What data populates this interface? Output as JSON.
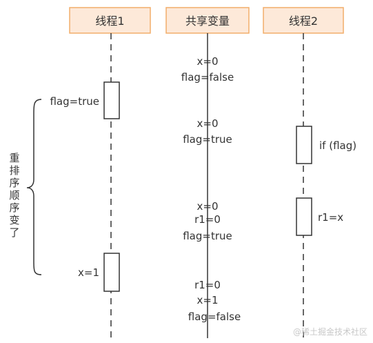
{
  "headers": {
    "thread1": "线程1",
    "shared": "共享变量",
    "thread2": "线程2"
  },
  "thread1_labels": {
    "flag_true": "flag=true",
    "x_eq_1": "x=1"
  },
  "thread2_labels": {
    "if_flag": "if (flag)",
    "r1_eq_x": "r1=x"
  },
  "shared_states": [
    [
      "x=0",
      "flag=false"
    ],
    [
      "x=0",
      "flag=true"
    ],
    [
      "x=0",
      "r1=0",
      "flag=true"
    ],
    [
      "r1=0",
      "x=1",
      "flag=false"
    ]
  ],
  "reorder_note": [
    "重",
    "排",
    "序",
    "顺",
    "序",
    "变",
    "了"
  ],
  "watermark": "@稀土掘金技术社区",
  "colors": {
    "header_fill": "#fde9d9",
    "header_border": "#f2ad6a",
    "line": "#333333"
  }
}
